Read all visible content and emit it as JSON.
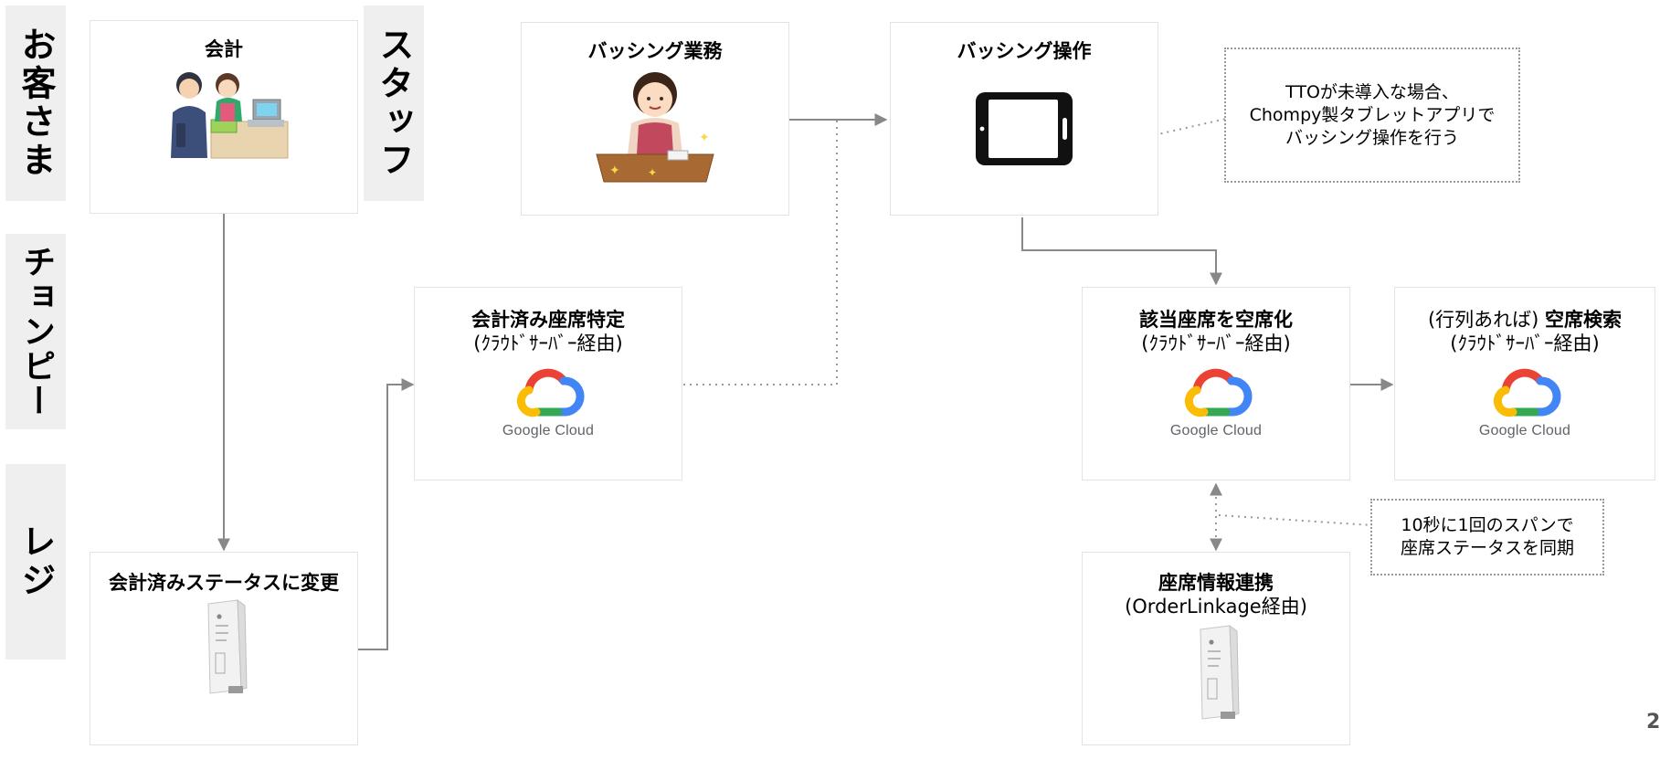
{
  "lanes": {
    "customer": "お客さま",
    "staff": "スタッフ",
    "chompy": "チョンピー",
    "register": "レジ"
  },
  "cards": {
    "kaikei": {
      "title": "会計"
    },
    "bussing_work": {
      "title": "バッシング業務"
    },
    "bussing_op": {
      "title": "バッシング操作"
    },
    "seat_identify": {
      "title": "会計済み座席特定",
      "sub": "(ｸﾗｳﾄﾞｻｰﾊﾞｰ経由)"
    },
    "seat_vacate": {
      "title": "該当座席を空席化",
      "sub": "(ｸﾗｳﾄﾞｻｰﾊﾞｰ経由)"
    },
    "vacancy_search": {
      "title_prefix": "(行列あれば) ",
      "title": "空席検索",
      "sub": "(ｸﾗｳﾄﾞｻｰﾊﾞｰ経由)"
    },
    "status_change": {
      "title": "会計済みステータスに変更"
    },
    "seat_link": {
      "title": "座席情報連携",
      "sub": "(OrderLinkage経由)"
    }
  },
  "google_cloud_label": "Google Cloud",
  "notes": {
    "tto": "TTOが未導入な場合、\nChompy製タブレットアプリで\nバッシング操作を行う",
    "sync": "10秒に1回のスパンで\n座席ステータスを同期"
  },
  "page_number": "2",
  "colors": {
    "lane_bg": "#efefef",
    "connector": "#888888",
    "gc_red": "#ea4335",
    "gc_yellow": "#fbbc04",
    "gc_green": "#34a853",
    "gc_blue": "#4285f4"
  },
  "icons": [
    "cashier-illustration",
    "cleaning-staff-illustration",
    "tablet-icon",
    "google-cloud-logo",
    "pos-terminal-illustration"
  ]
}
